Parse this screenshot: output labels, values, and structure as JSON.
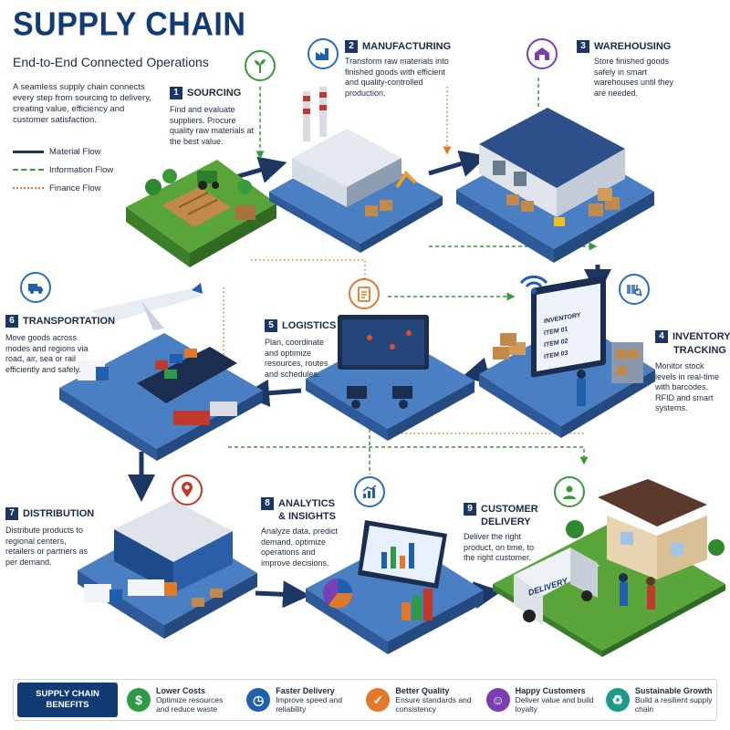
{
  "header": {
    "title": "SUPPLY CHAIN",
    "subtitle": "End-to-End Connected Operations",
    "intro": "A seamless supply chain connects every step from sourcing to delivery, creating value, efficiency and customer satisfaction."
  },
  "legend": [
    {
      "label": "Material Flow",
      "color": "#1c3764"
    },
    {
      "label": "Information Flow",
      "color": "#3a9a3a"
    },
    {
      "label": "Finance Flow",
      "color": "#e07a2a"
    }
  ],
  "steps": {
    "sourcing": {
      "num": "1",
      "title": "SOURCING",
      "desc": "Find and evaluate suppliers. Procure quality raw materials at the best value."
    },
    "manufacturing": {
      "num": "2",
      "title": "MANUFACTURING",
      "desc": "Transform raw materials into finished goods with efficient and quality-controlled production."
    },
    "warehousing": {
      "num": "3",
      "title": "WAREHOUSING",
      "desc": "Store finished goods safely in smart warehouses until they are needed."
    },
    "inventory": {
      "num": "4",
      "title_line1": "INVENTORY",
      "title_line2": "TRACKING",
      "desc": "Monitor stock levels in real-time with barcodes, RFID and smart systems."
    },
    "logistics": {
      "num": "5",
      "title": "LOGISTICS",
      "desc": "Plan, coordinate and optimize resources, routes and schedules."
    },
    "transportation": {
      "num": "6",
      "title": "TRANSPORTATION",
      "desc": "Move goods across modes and regions via road, air, sea or rail efficiently and safely."
    },
    "distribution": {
      "num": "7",
      "title": "DISTRIBUTION",
      "desc": "Distribute products to regional centers, retailers or partners as per demand."
    },
    "analytics": {
      "num": "8",
      "title_line1": "ANALYTICS",
      "title_line2": "& INSIGHTS",
      "desc": "Analyze data, predict demand, optimize operations and improve decisions."
    },
    "delivery": {
      "num": "9",
      "title_line1": "CUSTOMER",
      "title_line2": "DELIVERY",
      "desc": "Deliver the right product, on time, to the right customer."
    }
  },
  "scene_labels": {
    "inventory_screen": "INVENTORY",
    "item1": "ITEM 01",
    "item2": "ITEM 02",
    "item3": "ITEM 03",
    "truck": "DELIVERY"
  },
  "benefits": {
    "label": "SUPPLY CHAIN BENEFITS",
    "items": [
      {
        "icon": "dollar-icon",
        "glyph": "$",
        "color": "#2e9a48",
        "title": "Lower Costs",
        "desc": "Optimize resources and reduce waste"
      },
      {
        "icon": "clock-icon",
        "glyph": "◷",
        "color": "#1f5fae",
        "title": "Faster Delivery",
        "desc": "Improve speed and reliability"
      },
      {
        "icon": "shield-check-icon",
        "glyph": "✓",
        "color": "#e07a2a",
        "title": "Better Quality",
        "desc": "Ensure standards and consistency"
      },
      {
        "icon": "people-icon",
        "glyph": "☺",
        "color": "#7b3fb3",
        "title": "Happy Customers",
        "desc": "Deliver value and build loyalty"
      },
      {
        "icon": "recycle-icon",
        "glyph": "♻",
        "color": "#1e9a8a",
        "title": "Sustainable Growth",
        "desc": "Build a resilient supply chain"
      }
    ]
  }
}
